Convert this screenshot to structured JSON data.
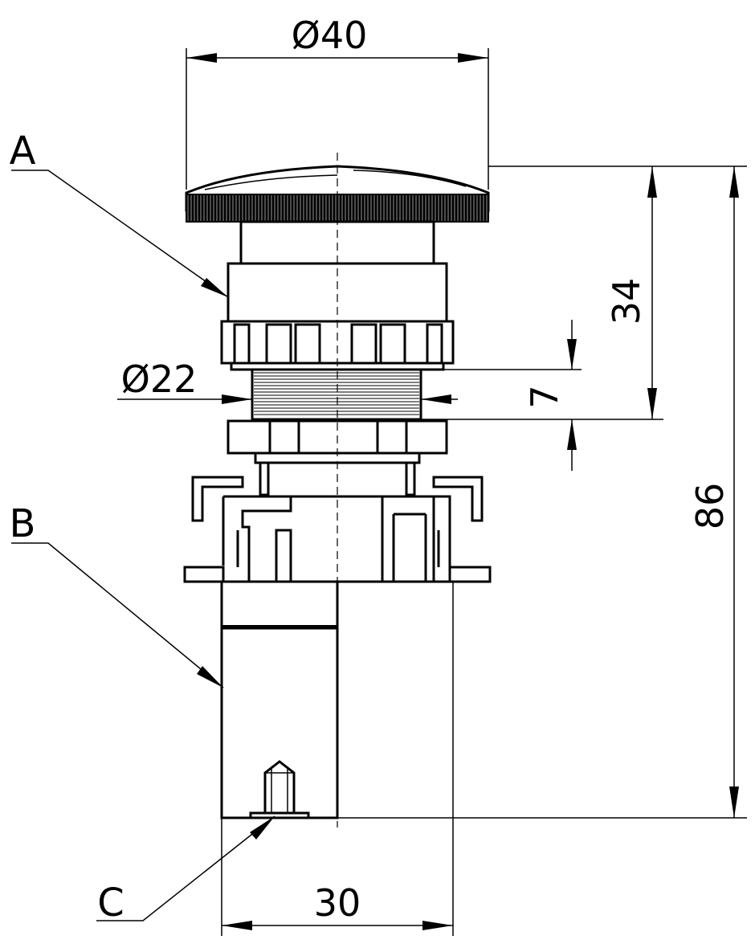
{
  "dimensions": {
    "head_diameter": "Ø40",
    "thread_diameter": "Ø22",
    "head_height": "34",
    "thread_length": "7",
    "total_height": "86",
    "contact_width": "30"
  },
  "labels": {
    "a": "A",
    "b": "B",
    "c": "C"
  }
}
